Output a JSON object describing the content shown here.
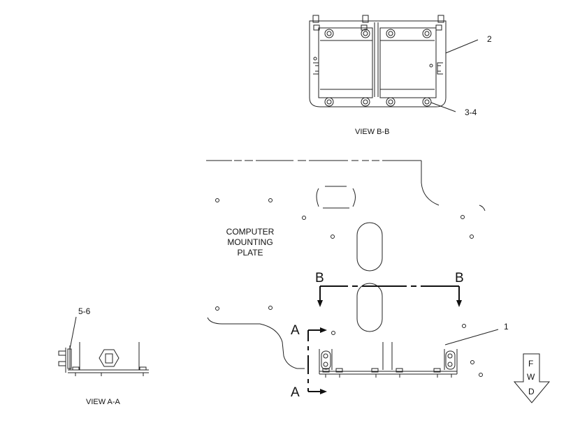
{
  "callouts": {
    "item_2": "2",
    "item_3_4": "3-4",
    "item_1": "1",
    "item_5_6": "5-6"
  },
  "views": {
    "view_bb": "VIEW B-B",
    "view_aa": "VIEW A-A"
  },
  "plate_label": {
    "line1": "COMPUTER",
    "line2": "MOUNTING",
    "line3": "PLATE"
  },
  "section_marks": {
    "b_left": "B",
    "b_right": "B",
    "a_top": "A",
    "a_bottom": "A"
  },
  "fwd_arrow": {
    "l1": "F",
    "l2": "W",
    "l3": "D"
  }
}
